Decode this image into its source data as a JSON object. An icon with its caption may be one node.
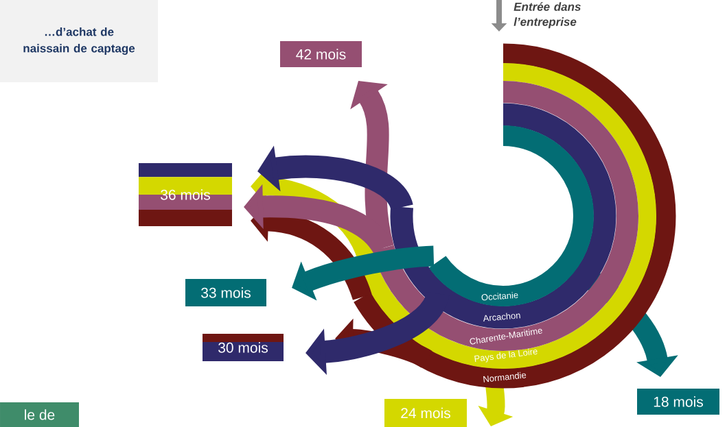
{
  "diagram": {
    "nodes": [
      {
        "text": [
          "…d’achat de naissain de captage"
        ]
      },
      {
        "text": [
          "42 mois"
        ]
      },
      {
        "text": [
          "36 mois"
        ]
      },
      {
        "text": [
          "33 mois"
        ]
      },
      {
        "text": [
          "30 mois"
        ]
      },
      {
        "text": [
          "24 mois"
        ]
      },
      {
        "text": [
          "18 mois"
        ]
      },
      {
        "text": [
          "le de"
        ]
      }
    ],
    "labels": [
      "Entrée dans l’entreprise",
      "Occitanie",
      "Arcachon",
      "Charente-Maritime",
      "Pays de la Loire",
      "Normandie"
    ]
  }
}
